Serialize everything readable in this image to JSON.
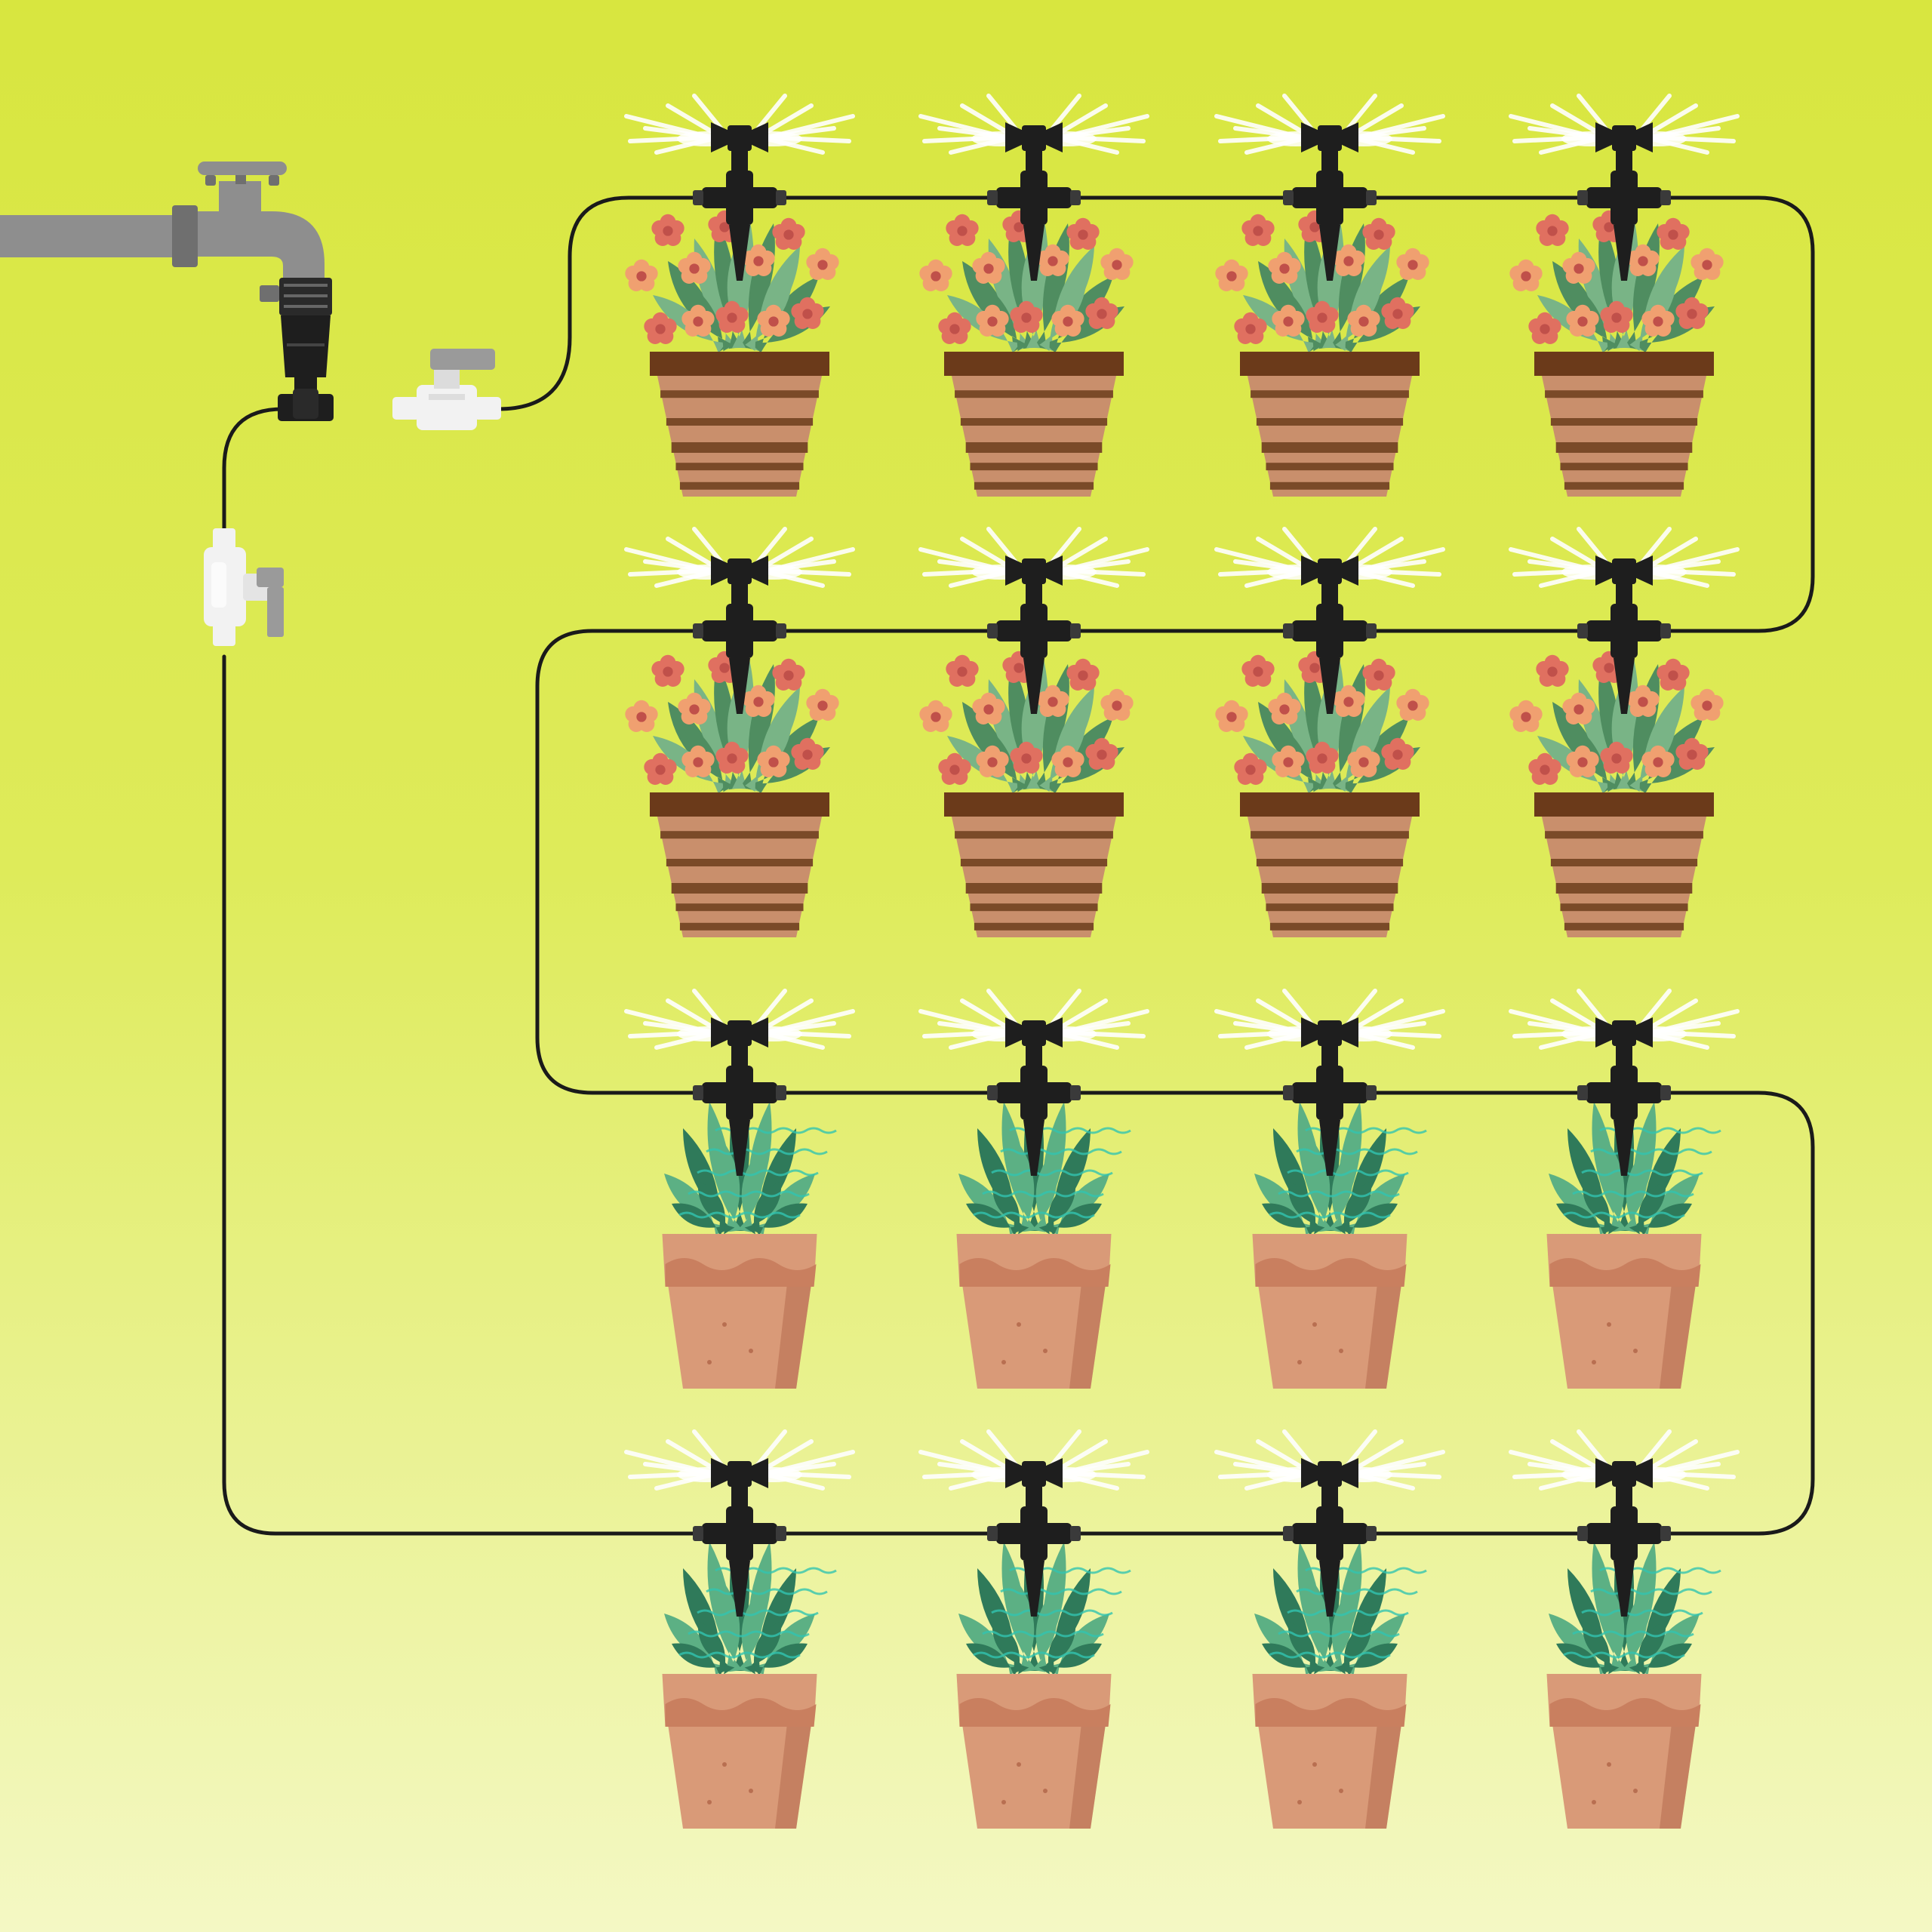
{
  "colors": {
    "background_top": "#d8e63f",
    "background_bottom": "#f4f8c4",
    "pipe": "#1a1a1a",
    "faucet": "#8e8e8e",
    "faucet_dark": "#6f6f6f",
    "valve_body": "#f2f2f2",
    "valve_handle": "#9a9a9a",
    "connector": "#1e1e1e",
    "spray": "#ffffff",
    "striped_pot_base": "#c98f6c",
    "striped_pot_stripe": "#7a4a28",
    "striped_pot_rim": "#6b3a1a",
    "clay_pot": "#d99a78",
    "clay_pot_rim": "#c97f5f",
    "clay_pot_shadow": "#b86f51",
    "leaf": "#79b486",
    "leaf_dark": "#4f8d60",
    "flower_orange": "#f0a070",
    "flower_red": "#e07060",
    "flower_center": "#c0504a",
    "succulent_light": "#5cb084",
    "succulent_dark": "#2f7a5a",
    "succulent_accent": "#32c4b0"
  },
  "diagram": {
    "components": {
      "faucet": {
        "icon": "faucet-icon"
      },
      "hose_connector": {
        "icon": "hose-connector-icon"
      },
      "shutoff_valve": {
        "icon": "ball-valve-icon"
      },
      "drain_valve": {
        "icon": "tee-valve-icon"
      },
      "main_line": {
        "icon": "drip-tubing-icon"
      }
    },
    "rows": [
      {
        "plant": "flower",
        "pot": "striped",
        "count": 4
      },
      {
        "plant": "flower",
        "pot": "striped",
        "count": 4
      },
      {
        "plant": "succulent",
        "pot": "clay",
        "count": 4
      },
      {
        "plant": "succulent",
        "pot": "clay",
        "count": 4
      }
    ],
    "emitter": {
      "icon": "mist-sprayer-icon"
    }
  }
}
